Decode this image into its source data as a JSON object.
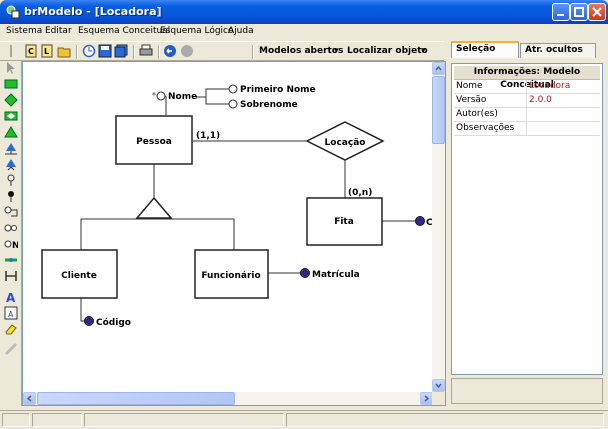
{
  "window": {
    "title": "brModelo - [Locadora]"
  },
  "menu": [
    "Sistema",
    "Editar",
    "Esquema Conceitual",
    "Esquema Lógico",
    "Ajuda"
  ],
  "toolbar": {
    "models_open": "Modelos abertos",
    "find_object": "Localizar objeto",
    "dropdown_arrow": "▾"
  },
  "tabs": {
    "selection": "Seleção",
    "hidden_attrs": "Atr. ocultos"
  },
  "properties": {
    "header": "Informações: Modelo Conceitual",
    "rows": [
      {
        "key": "Nome",
        "value": "Locadora"
      },
      {
        "key": "Versão",
        "value": "2.0.0"
      },
      {
        "key": "Autor(es)",
        "value": ""
      },
      {
        "key": "Observações",
        "value": ""
      }
    ]
  },
  "diagram": {
    "entities": {
      "pessoa": "Pessoa",
      "fita": "Fita",
      "cliente": "Cliente",
      "funcionario": "Funcionário"
    },
    "relationship": "Locação",
    "cardinality_pessoa": "(1,1)",
    "cardinality_fita": "(0,n)",
    "attributes": {
      "nome": "Nome",
      "primeiro_nome": "Primeiro Nome",
      "sobrenome": "Sobrenome",
      "matricula": "Matrícula",
      "codigo": "Código",
      "fita_attr": "Co"
    },
    "key_marker": "*"
  },
  "colors": {
    "key_attr_fill": "#2a2a8a",
    "accent_value": "#a52020",
    "title_bar": "#0a5ee0"
  }
}
